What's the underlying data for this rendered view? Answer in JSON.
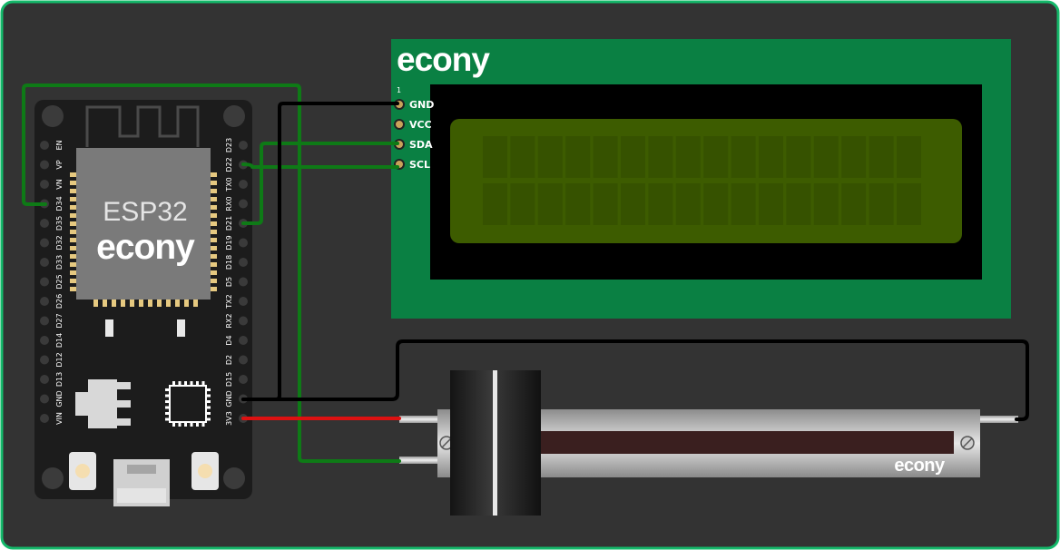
{
  "colors": {
    "frame_border": "#14b86a",
    "board_bg": "#333333",
    "esp_board": "#1c1c1c",
    "lcd_pcb": "#0a8043",
    "lcd_backlight": "#3d5c00",
    "wire_green": "#0e7a16",
    "wire_black": "#000000",
    "wire_red": "#dd1111",
    "pot_strip": "#3a1f1f"
  },
  "esp32": {
    "chip_label": "ESP32",
    "brand": "econy",
    "left_pins": [
      "EN",
      "VP",
      "VN",
      "D34",
      "D35",
      "D32",
      "D33",
      "D25",
      "D26",
      "D27",
      "D14",
      "D12",
      "D13",
      "GND",
      "VIN"
    ],
    "right_pins": [
      "D23",
      "D22",
      "TX0",
      "RX0",
      "D21",
      "D19",
      "D18",
      "D5",
      "TX2",
      "RX2",
      "D4",
      "D2",
      "D15",
      "GND",
      "3V3"
    ]
  },
  "lcd": {
    "brand": "econy",
    "pin_one_marker": "1",
    "pins": [
      "GND",
      "VCC",
      "SDA",
      "SCL"
    ]
  },
  "potentiometer": {
    "brand": "econy"
  },
  "icons": [
    "wifi-antenna-icon",
    "usb-port-icon",
    "screw-icon",
    "leaf-logo-icon"
  ]
}
